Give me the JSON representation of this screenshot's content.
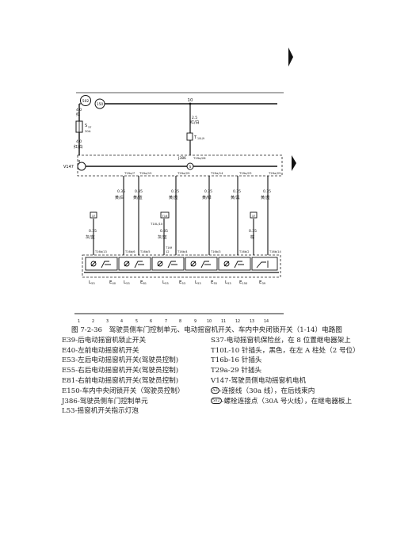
{
  "diagram": {
    "top_nodes": {
      "left_circle": "502",
      "mid_circle": "150",
      "right_number": "10"
    },
    "fuse": {
      "top_wire_size": "4.0",
      "top_wire_color": "红",
      "label_name": "S",
      "label_num": "37",
      "label_amp": "30A",
      "bottom_wire_size": "4.0",
      "bottom_wire_color": "红/白"
    },
    "top_connector": {
      "wire_size": "2.5",
      "wire_color": "红/白",
      "label": "T",
      "sub": "10L/9"
    },
    "bus_labels": {
      "j386": "J386",
      "t29a": "T29a/26",
      "v147": "V147",
      "center_ring": "S"
    },
    "upper_pins": [
      "T29a/7",
      "T29a/15",
      "T29a/25",
      "T29a/14",
      "T29a/23",
      "T29a/25"
    ],
    "wires": [
      {
        "size": "0.35",
        "color": "黄/白"
      },
      {
        "size": "0.35",
        "color": "黄/蓝"
      },
      {
        "size": "0.35",
        "color": "黄/蓝"
      },
      {
        "size": "0.35",
        "color": "黄/绿"
      },
      {
        "size": "0.35",
        "color": "黄/黑"
      },
      {
        "size": "0.35",
        "color": "黄/蓝"
      }
    ],
    "mid_blocks": {
      "left_box": "37",
      "left_wire_size": "0.35",
      "left_wire_color": "灰/蓝",
      "mid_box": "T16",
      "mid_label": "T10L/10",
      "mid_wire_size": "0.35",
      "mid_wire_color": "灰/蓝",
      "mid_pin_top": "T16f",
      "mid_pin_bottom": "12",
      "right_box": "37",
      "right_wire_size": "0.35",
      "right_wire_color": "棕"
    },
    "lower_pins": [
      "T16b/13",
      "T16b/6",
      "T16b/5",
      "T16b/4",
      "T16b/3",
      "T16b/2",
      "T16b/14"
    ],
    "components": [
      {
        "name": "L",
        "sub": "53"
      },
      {
        "name": "E",
        "sub": "40"
      },
      {
        "name": "L",
        "sub": "53"
      },
      {
        "name": "E",
        "sub": "81"
      },
      {
        "name": "L",
        "sub": "53"
      },
      {
        "name": "E",
        "sub": "53"
      },
      {
        "name": "L",
        "sub": "53"
      },
      {
        "name": "E",
        "sub": "55"
      },
      {
        "name": "L",
        "sub": "53"
      },
      {
        "name": "E",
        "sub": "150"
      },
      {
        "name": "E",
        "sub": "39"
      }
    ],
    "scale": [
      "1",
      "2",
      "3",
      "4",
      "5",
      "6",
      "7",
      "8",
      "9",
      "10",
      "11",
      "12",
      "13",
      "14"
    ]
  },
  "caption": {
    "title": "图 7-2-36　驾驶员侧车门控制单元、电动摇窗机开关、车内中央闭锁开关（1-14）电路图",
    "left": [
      "E39-后电动摇窗机锁止开关",
      "E40-左前电动摇窗机开关",
      "E53-左后电动摇窗机开关(驾驶员控制)",
      "E55-右后电动摇窗机开关(驾驶员控制)",
      "E81-右前电动摇窗机开关(驾驶员控制)",
      "E150-车内中央闭锁开关（驾驶员控制）",
      "J386-驾驶员侧车门控制单元",
      "L53-摇窗机开关指示灯泡"
    ],
    "right": [
      "S37-电动摇窗机保险丝，在 8 位置继电器架上",
      "T10L-10 针插头，黑色，在左 A 柱处（2 号位）",
      "T16b-16 针插头",
      "T29a-29 针插头",
      "V147-驾驶员侧电动摇窗机电机"
    ],
    "badge_a": "A2",
    "badge_a_text": "-连接线（30a 线），在后线束内",
    "badge_b": "502",
    "badge_b_text": "-螺栓连接点（30A 号火线），在继电器板上"
  }
}
